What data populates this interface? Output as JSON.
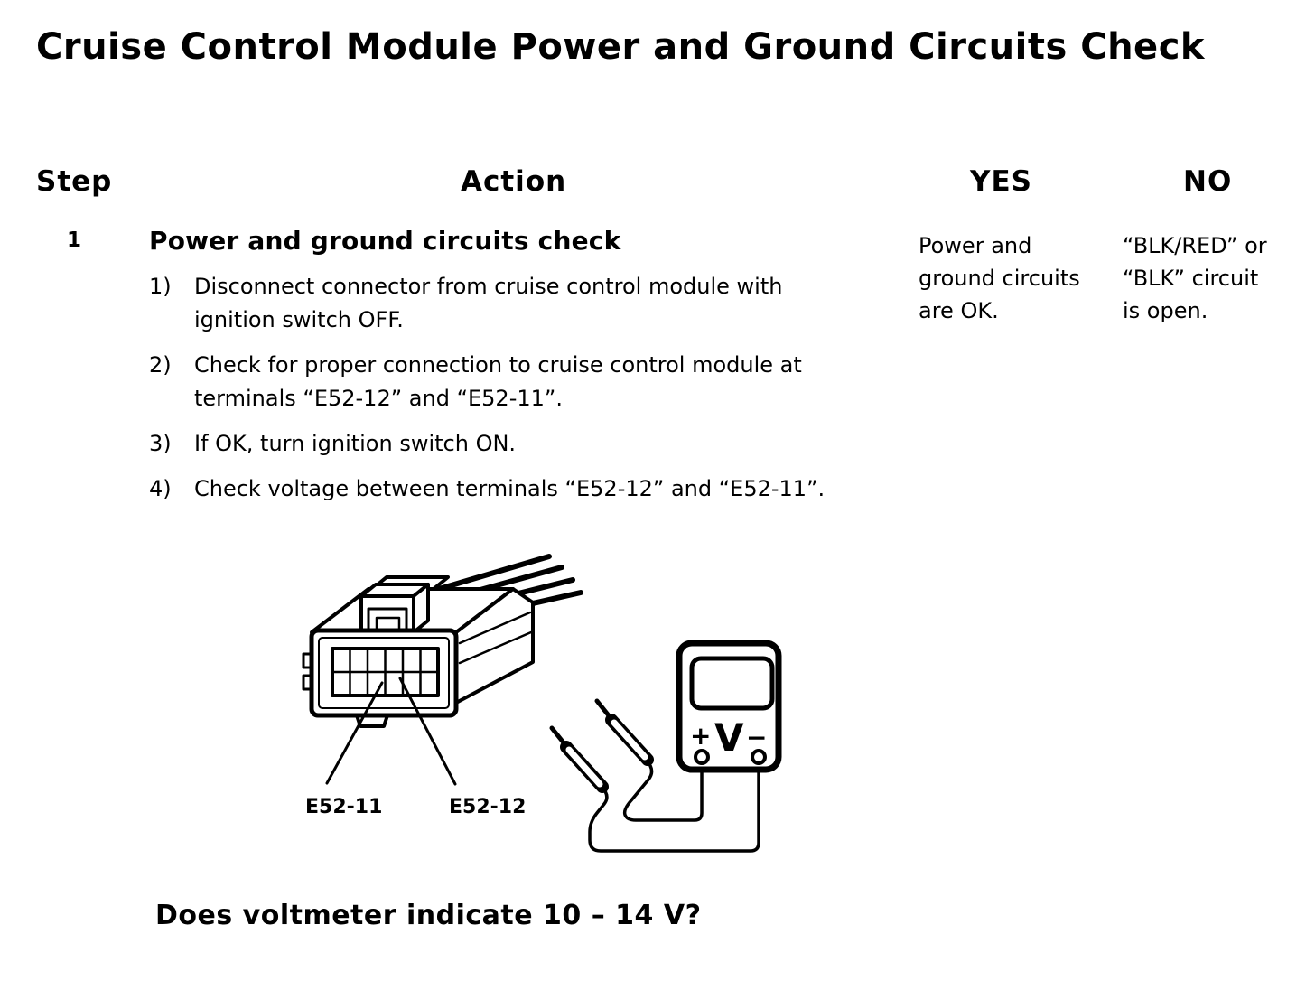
{
  "page": {
    "title": "Cruise Control Module Power and Ground Circuits Check",
    "background": "#ffffff",
    "ink": "#000000"
  },
  "table": {
    "headers": {
      "step": "Step",
      "action": "Action",
      "yes": "YES",
      "no": "NO"
    },
    "row": {
      "step_number": "1",
      "action_title": "Power and ground circuits check",
      "action_items": [
        {
          "num": "1)",
          "text": "Disconnect connector from cruise control module with ignition switch OFF."
        },
        {
          "num": "2)",
          "text": "Check for proper connection to cruise control module at terminals “E52-12” and “E52-11”."
        },
        {
          "num": "3)",
          "text": "If OK, turn ignition switch ON."
        },
        {
          "num": "4)",
          "text": "Check voltage between terminals “E52-12” and “E52-11”."
        }
      ],
      "yes_text": "Power and ground circuits are OK.",
      "no_text": "“BLK/RED” or “BLK” circuit is open.",
      "question": "Does voltmeter indicate 10 – 14 V?"
    }
  },
  "diagram": {
    "labels": {
      "terminal_left": "E52-11",
      "terminal_right": "E52-12"
    },
    "voltmeter": {
      "plus": "+",
      "unit": "V",
      "minus": "−"
    }
  }
}
